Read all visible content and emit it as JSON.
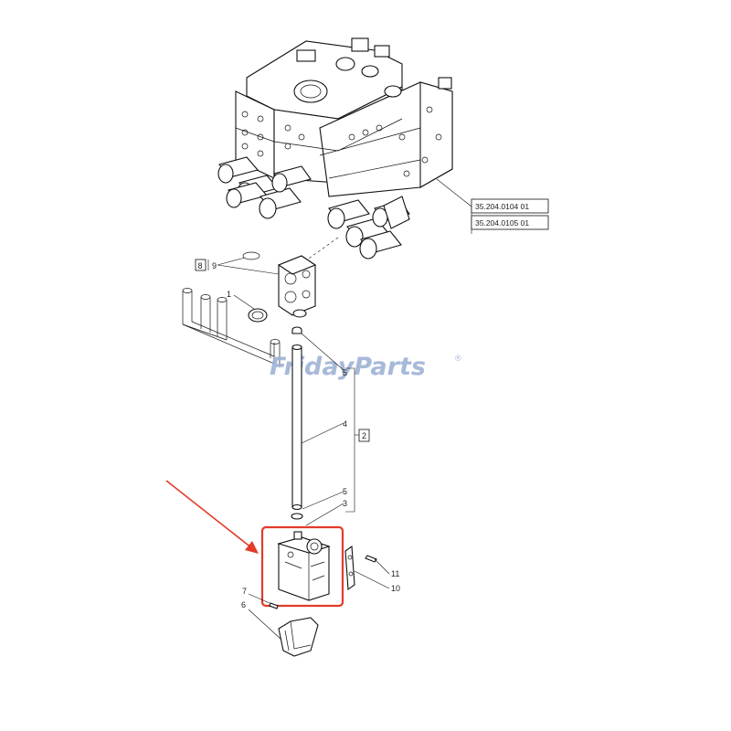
{
  "callouts": {
    "c1": "1",
    "c2": "2",
    "c3": "3",
    "c4": "4",
    "c5a": "5",
    "c5b": "5",
    "c6": "6",
    "c7": "7",
    "c8": "8",
    "c9": "9",
    "c10": "10",
    "c11": "11"
  },
  "references": {
    "ref1": "35.204.0104 01",
    "ref2": "35.204.0105 01"
  },
  "watermark": {
    "text": "FridayParts",
    "mark": "®",
    "color": "#9fb2d6"
  },
  "highlight": {
    "color": "#e23b2a"
  }
}
